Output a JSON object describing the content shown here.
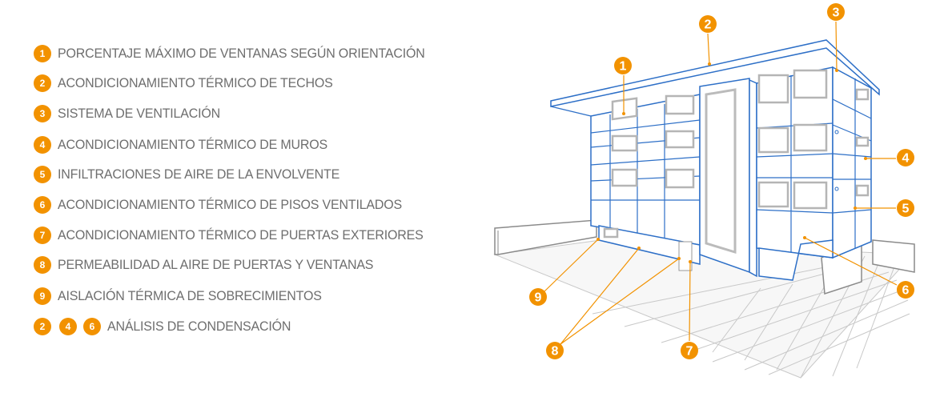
{
  "colors": {
    "accent": "#f29200",
    "building_line": "#2d6fc7",
    "text": "#6e6e6e"
  },
  "legend": [
    {
      "badges": [
        "1"
      ],
      "label": "PORCENTAJE MÁXIMO DE VENTANAS SEGÚN ORIENTACIÓN"
    },
    {
      "badges": [
        "2"
      ],
      "label": "ACONDICIONAMIENTO TÉRMICO DE TECHOS"
    },
    {
      "badges": [
        "3"
      ],
      "label": "SISTEMA DE VENTILACIÓN"
    },
    {
      "badges": [
        "4"
      ],
      "label": "ACONDICIONAMIENTO TÉRMICO DE MUROS"
    },
    {
      "badges": [
        "5"
      ],
      "label": "INFILTRACIONES DE AIRE DE LA ENVOLVENTE"
    },
    {
      "badges": [
        "6"
      ],
      "label": "ACONDICIONAMIENTO TÉRMICO DE PISOS VENTILADOS"
    },
    {
      "badges": [
        "7"
      ],
      "label": "ACONDICIONAMIENTO TÉRMICO DE PUERTAS EXTERIORES"
    },
    {
      "badges": [
        "8"
      ],
      "label": "PERMEABILIDAD AL AIRE DE PUERTAS Y VENTANAS"
    },
    {
      "badges": [
        "9"
      ],
      "label": "AISLACIÓN TÉRMICA DE SOBRECIMIENTOS"
    },
    {
      "badges": [
        "2",
        "4",
        "6"
      ],
      "label": "ANÁLISIS DE CONDENSACIÓN"
    }
  ],
  "callouts": [
    "1",
    "2",
    "3",
    "4",
    "5",
    "6",
    "7",
    "8",
    "9"
  ]
}
